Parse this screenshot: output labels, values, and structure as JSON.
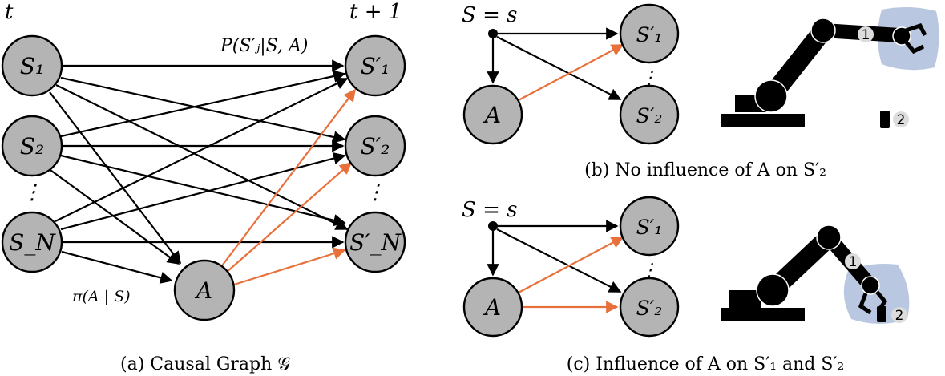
{
  "panel_a": {
    "time_left": "t",
    "time_right": "t + 1",
    "transition_label": "P(S′ⱼ|S, A)",
    "policy_label": "π(A | S)",
    "caption": "(a) Causal Graph 𝒢",
    "nodes": {
      "s1": "S₁",
      "s2": "S₂",
      "sn": "S_N",
      "ellipsis_left": "⋮",
      "s1p": "S′₁",
      "s2p": "S′₂",
      "snp": "S′_N",
      "ellipsis_right": "⋮",
      "a": "A"
    }
  },
  "panel_b": {
    "state_label": "S = s",
    "node_a": "A",
    "node_s1p": "S′₁",
    "node_s2p": "S′₂",
    "ellipsis": "⋮",
    "caption": "(b) No influence of A on S′₂",
    "marker_1": "1",
    "marker_2": "2"
  },
  "panel_c": {
    "state_label": "S = s",
    "node_a": "A",
    "node_s1p": "S′₁",
    "node_s2p": "S′₂",
    "ellipsis": "⋮",
    "caption": "(c) Influence of A on S′₁ and S′₂",
    "marker_1": "1",
    "marker_2": "2"
  },
  "colors": {
    "node_fill": "#b4b4b4",
    "influence_edge": "#e8703a",
    "target_zone": "#b9c8e0"
  }
}
